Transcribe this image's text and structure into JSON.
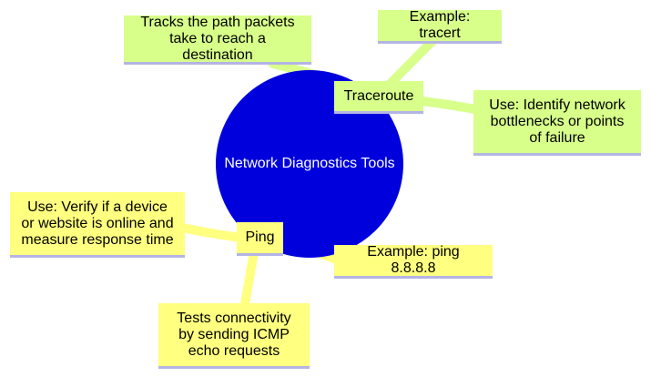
{
  "colors": {
    "root": "#0000dd",
    "branch_green": "#d7ff8a",
    "branch_yellow": "#ffff80",
    "edge_green": "#d7ff8a",
    "edge_yellow": "#ffff80",
    "underline": "#b4b4e6"
  },
  "root": {
    "label": "Network Diagnostics Tools"
  },
  "traceroute": {
    "label": "Traceroute",
    "description": "Tracks the path packets take to reach a destination",
    "example": "Example: tracert",
    "use": "Use: Identify network bottlenecks or points of failure"
  },
  "ping": {
    "label": "Ping",
    "use": "Use: Verify if a device or website is online and measure response time",
    "example": "Example: ping 8.8.8.8",
    "description": "Tests connectivity by sending ICMP echo requests"
  }
}
